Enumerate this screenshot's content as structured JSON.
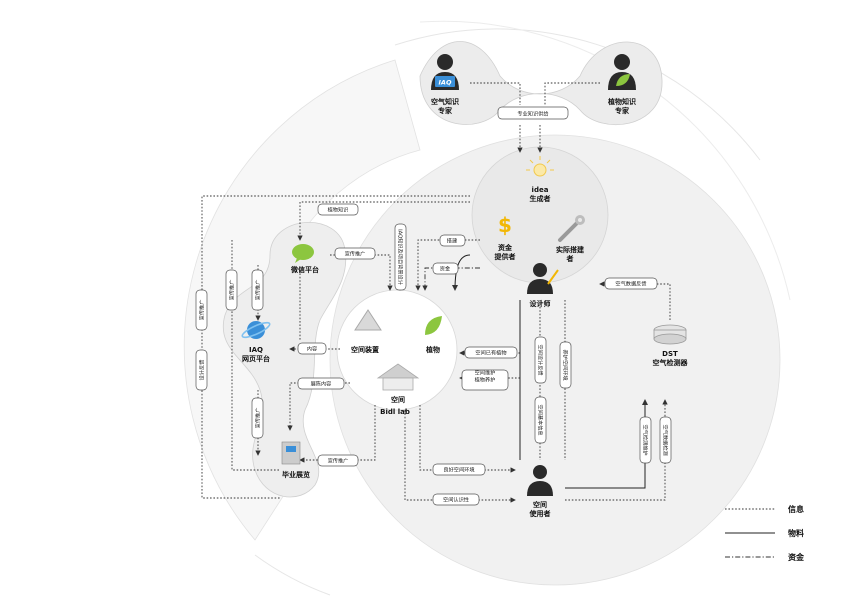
{
  "nodes": {
    "iaq_expert": "空气知识\n专家",
    "plant_expert": "植物知识\n专家",
    "idea_generator": "idea\n生成者",
    "fund_provider": "资金\n提供者",
    "builder": "实际搭建\n者",
    "designer": "设计师",
    "wechat": "微信平台",
    "iaq_web": "IAQ\n网页平台",
    "exhibition": "毕业展览",
    "space_device": "空间装置",
    "plants": "植物",
    "space": "空间",
    "bidl_lab": "Bidl lab",
    "dst": "DST\n空气检测器",
    "space_user": "空间\n使用者"
  },
  "icons": {
    "iaq_badge": "IAQ",
    "idea": "lightbulb-icon",
    "fund": "dollar-icon",
    "builder": "wrench-icon"
  },
  "tags": {
    "expert_supply": "专业知识供给",
    "plant_knowledge": "植物知识",
    "promo1": "宣传推广",
    "promo_v1": "宣传推广",
    "promo_v2": "宣传推广",
    "promo_v3": "宣传推广",
    "promo_v4": "宣传推广",
    "promo_bottom": "宣传推广",
    "design_feedback_v": "设计反馈",
    "build": "搭建",
    "fund": "资金",
    "iaq_knowledge_v": "IAQ知识及项目背景设计",
    "content": "内容",
    "exhibit_content": "展陈内容",
    "existing_plants": "空间已有植物",
    "maintenance": "空间维护\n植物养护",
    "good_env": "良好空间环境",
    "space_awareness": "空间认识性",
    "air_feedback": "空气数据反馈",
    "space_design_feedback": "空间设计反馈",
    "env_air_v": "养护空间环境",
    "space_basic": "空间基本信息",
    "air_detect_maintain": "空气检测维护",
    "air_data_detect": "空气数据检测"
  },
  "legend": [
    {
      "style": "dotted",
      "label": "信息"
    },
    {
      "style": "solid",
      "label": "物料"
    },
    {
      "style": "dashdot",
      "label": "资金"
    }
  ],
  "colors": {
    "big_circle": "#f1f1f1",
    "pale_arc": "#f7f7f7",
    "green_icon": "#8cc63f",
    "blue_icon": "#3a8fd8",
    "gold_icon": "#f2b705",
    "person": "#2a2a2a"
  }
}
